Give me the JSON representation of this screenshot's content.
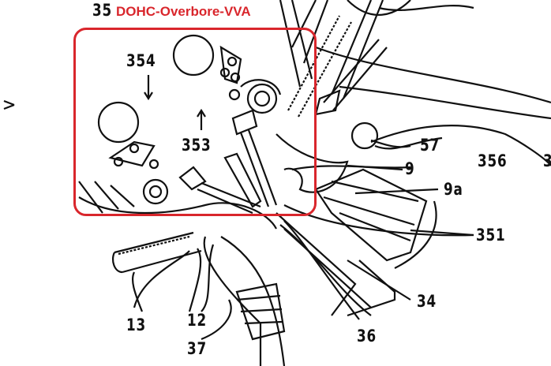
{
  "annotation": {
    "title": "DOHC-Overbore-VVA",
    "highlight_color": "#d9262c"
  },
  "labels": {
    "l35": "35",
    "l354": "354",
    "l353": "353",
    "l57": "57",
    "l356": "356",
    "l3": "3",
    "l9": "9",
    "l9a": "9a",
    "l351": "351",
    "l34": "34",
    "l36": "36",
    "l37": "37",
    "l12": "12",
    "l13": "13"
  }
}
